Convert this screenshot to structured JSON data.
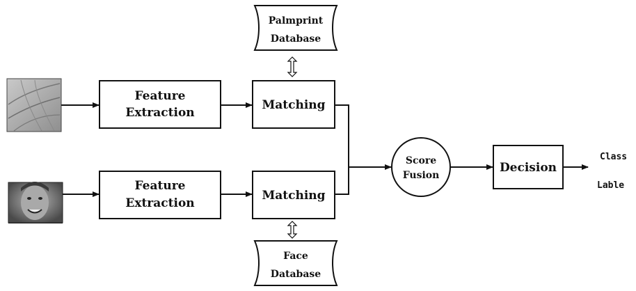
{
  "diagram": {
    "upper_branch": {
      "feature_extraction": [
        "Feature",
        "Extraction"
      ],
      "matching": "Matching",
      "database": [
        "Palmprint",
        "Database"
      ]
    },
    "lower_branch": {
      "feature_extraction": [
        "Feature",
        "Extraction"
      ],
      "matching": "Matching",
      "database": [
        "Face",
        "Database"
      ]
    },
    "score_fusion": [
      "Score",
      "Fusion"
    ],
    "decision": "Decision",
    "output": [
      "Class",
      "Lable"
    ]
  },
  "inputs": {
    "upper_icon": "palmprint-image",
    "lower_icon": "face-image"
  }
}
